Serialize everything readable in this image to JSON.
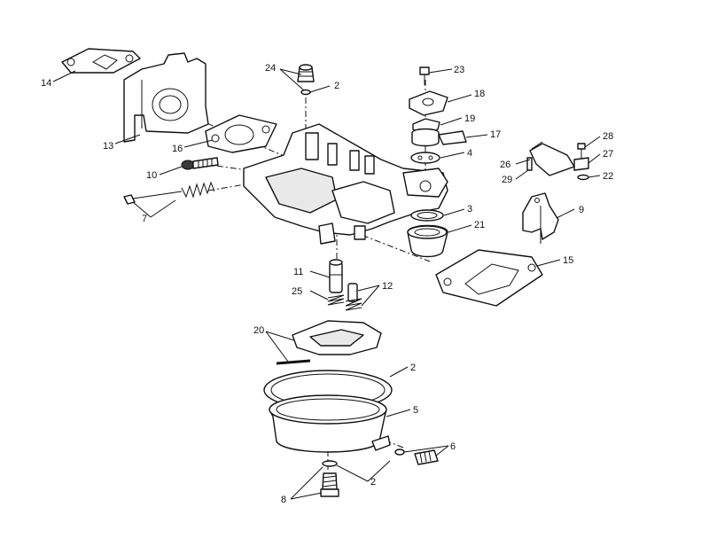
{
  "callouts": [
    {
      "id": "c14",
      "label": "14"
    },
    {
      "id": "c13",
      "label": "13"
    },
    {
      "id": "c16",
      "label": "16"
    },
    {
      "id": "c24",
      "label": "24"
    },
    {
      "id": "c2a",
      "label": "2"
    },
    {
      "id": "c23",
      "label": "23"
    },
    {
      "id": "c18",
      "label": "18"
    },
    {
      "id": "c19",
      "label": "19"
    },
    {
      "id": "c17",
      "label": "17"
    },
    {
      "id": "c4",
      "label": "4"
    },
    {
      "id": "c10",
      "label": "10"
    },
    {
      "id": "c7",
      "label": "7"
    },
    {
      "id": "c3",
      "label": "3"
    },
    {
      "id": "c21",
      "label": "21"
    },
    {
      "id": "c28",
      "label": "28"
    },
    {
      "id": "c26",
      "label": "26"
    },
    {
      "id": "c27",
      "label": "27"
    },
    {
      "id": "c29",
      "label": "29"
    },
    {
      "id": "c22",
      "label": "22"
    },
    {
      "id": "c9",
      "label": "9"
    },
    {
      "id": "c15",
      "label": "15"
    },
    {
      "id": "c11",
      "label": "11"
    },
    {
      "id": "c25",
      "label": "25"
    },
    {
      "id": "c12",
      "label": "12"
    },
    {
      "id": "c20",
      "label": "20"
    },
    {
      "id": "c2b",
      "label": "2"
    },
    {
      "id": "c5",
      "label": "5"
    },
    {
      "id": "c6",
      "label": "6"
    },
    {
      "id": "c2c",
      "label": "2"
    },
    {
      "id": "c8",
      "label": "8"
    }
  ]
}
